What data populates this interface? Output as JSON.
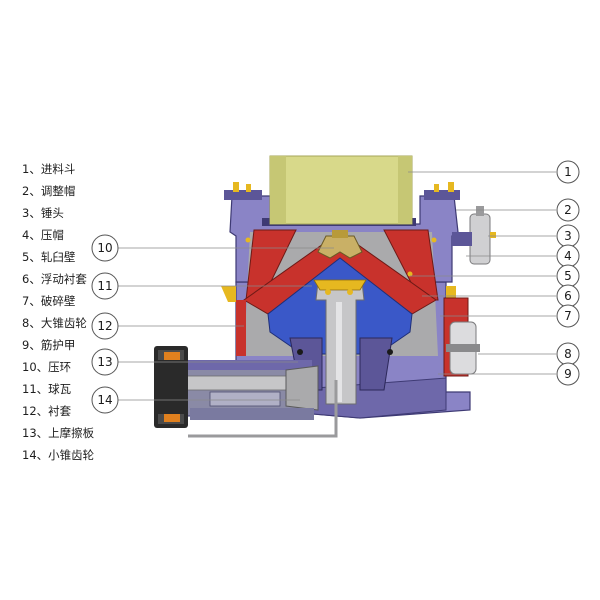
{
  "legend": [
    "1、进料斗",
    "2、调整帽",
    "3、锤头",
    "4、压帽",
    "5、轧臼壁",
    "6、浮动衬套",
    "7、破碎壁",
    "8、大锥齿轮",
    "9、筋护甲",
    "10、压环",
    "11、球瓦",
    "12、衬套",
    "13、上摩擦板",
    "14、小锥齿轮"
  ],
  "callouts_right": [
    "1",
    "2",
    "3",
    "4",
    "5",
    "6",
    "7",
    "8",
    "9"
  ],
  "callouts_left": [
    "10",
    "11",
    "12",
    "13",
    "14"
  ],
  "colors": {
    "hopper": "#d8d98a",
    "frame": "#8a84c6",
    "frame_dark": "#5c5698",
    "liner_red": "#c8322c",
    "mantle_blue": "#3a58c8",
    "shaft_grey": "#b8b8b8",
    "accent_yellow": "#e6b820",
    "pointer": "#8a8a8a"
  }
}
